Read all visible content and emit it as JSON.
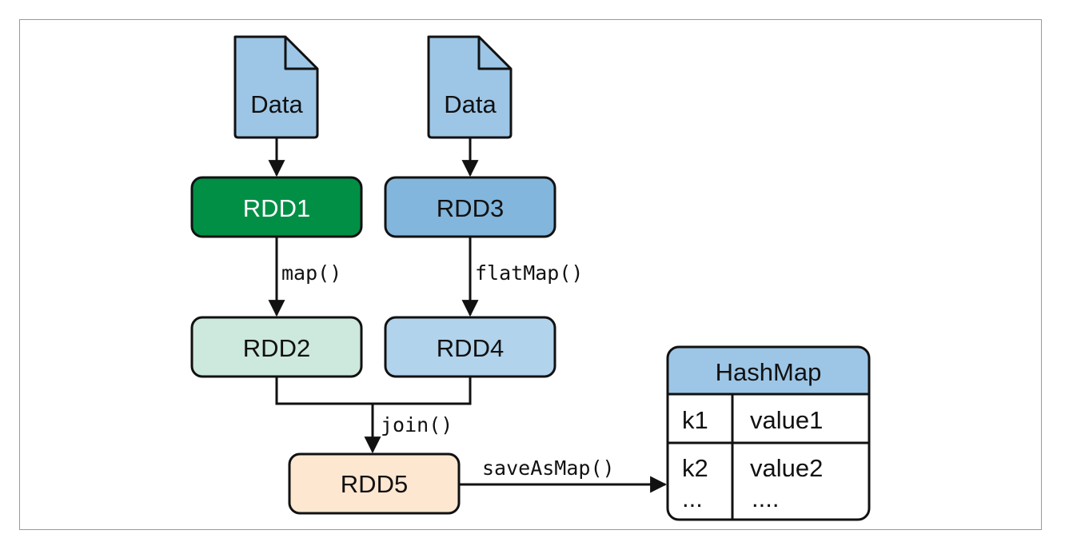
{
  "colors": {
    "doc_fill": "#9dc6e6",
    "rdd1_fill": "#008f45",
    "rdd2_fill": "#cde8dc",
    "rdd3_fill": "#82b6dd",
    "rdd4_fill": "#b1d3ec",
    "rdd5_fill": "#fde7d1",
    "hashmap_header_fill": "#9dc6e6",
    "stroke": "#111111"
  },
  "documents": [
    {
      "label": "Data",
      "icon": "document-icon"
    },
    {
      "label": "Data",
      "icon": "document-icon"
    }
  ],
  "nodes": {
    "rdd1": "RDD1",
    "rdd2": "RDD2",
    "rdd3": "RDD3",
    "rdd4": "RDD4",
    "rdd5": "RDD5"
  },
  "edges": {
    "map": "map()",
    "flatMap": "flatMap()",
    "join": "join()",
    "saveAsMap": "saveAsMap()"
  },
  "hashmap": {
    "title": "HashMap",
    "rows": [
      {
        "key": "k1",
        "value": "value1"
      },
      {
        "key": "k2",
        "value": "value2"
      },
      {
        "key": "...",
        "value": "...."
      }
    ]
  }
}
